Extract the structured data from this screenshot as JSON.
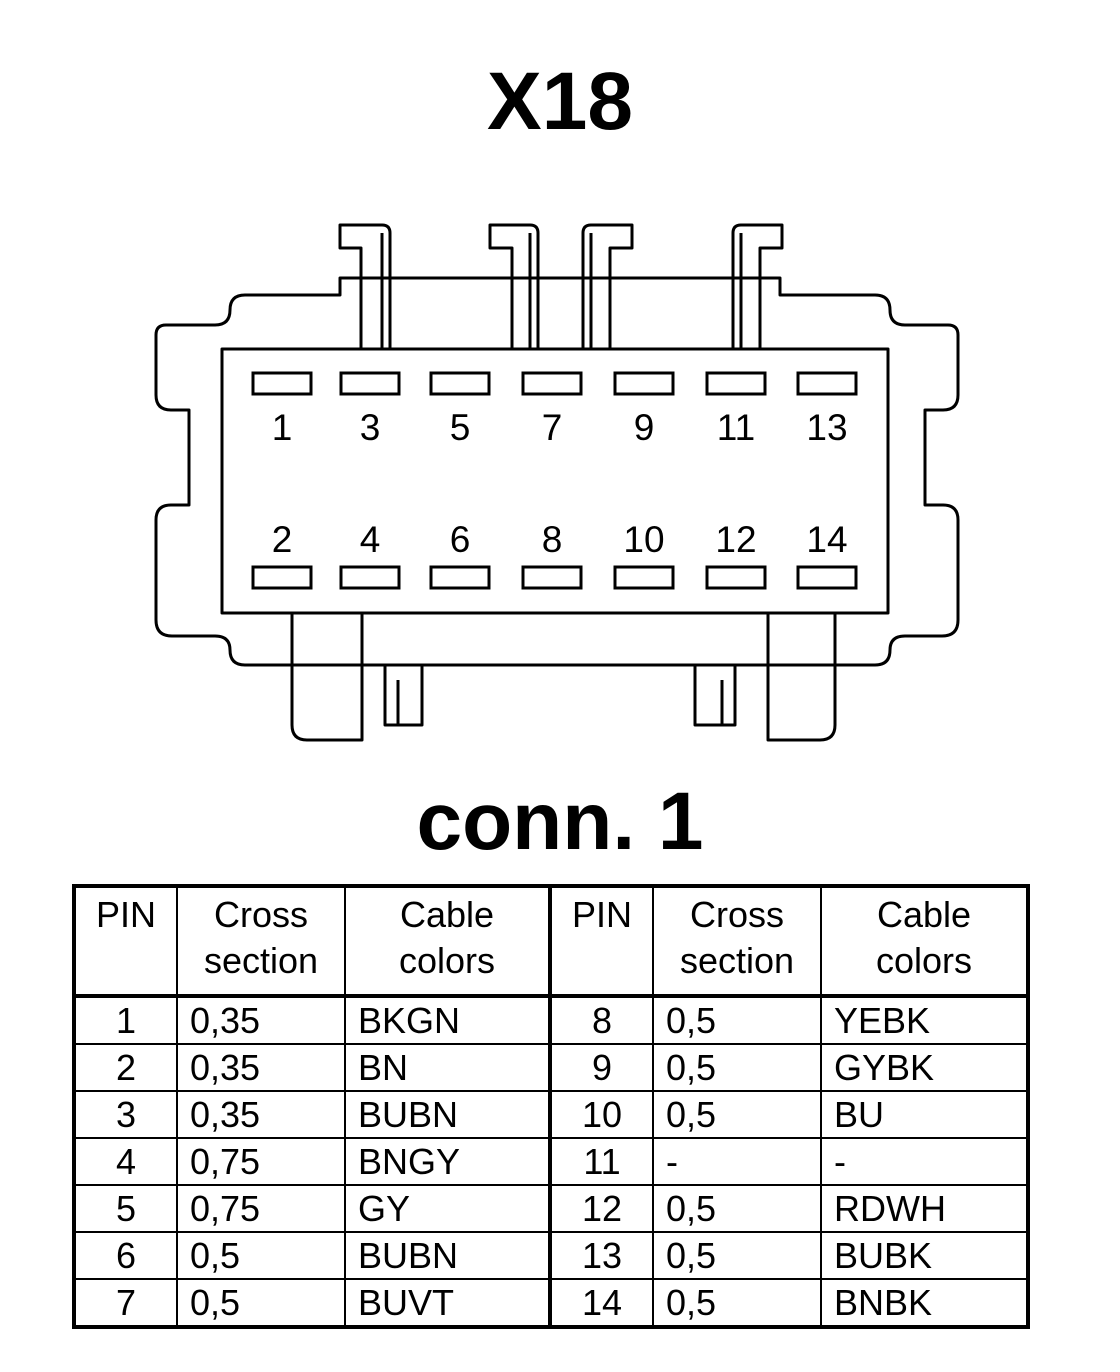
{
  "header_title": "X18",
  "connector_label": "conn. 1",
  "pin_labels": {
    "top": [
      "1",
      "3",
      "5",
      "7",
      "9",
      "11",
      "13"
    ],
    "bottom": [
      "2",
      "4",
      "6",
      "8",
      "10",
      "12",
      "14"
    ]
  },
  "table": {
    "headers": {
      "pin": "PIN",
      "cross_line1": "Cross",
      "cross_line2": "section",
      "cable_line1": "Cable",
      "cable_line2": "colors"
    },
    "rows": [
      {
        "pin_a": "1",
        "cs_a": "0,35",
        "color_a": "BKGN",
        "pin_b": "8",
        "cs_b": "0,5",
        "color_b": "YEBK"
      },
      {
        "pin_a": "2",
        "cs_a": "0,35",
        "color_a": "BN",
        "pin_b": "9",
        "cs_b": "0,5",
        "color_b": "GYBK"
      },
      {
        "pin_a": "3",
        "cs_a": "0,35",
        "color_a": "BUBN",
        "pin_b": "10",
        "cs_b": "0,5",
        "color_b": "BU"
      },
      {
        "pin_a": "4",
        "cs_a": "0,75",
        "color_a": "BNGY",
        "pin_b": "11",
        "cs_b": "-",
        "color_b": "-"
      },
      {
        "pin_a": "5",
        "cs_a": "0,75",
        "color_a": "GY",
        "pin_b": "12",
        "cs_b": "0,5",
        "color_b": "RDWH"
      },
      {
        "pin_a": "6",
        "cs_a": "0,5",
        "color_a": "BUBN",
        "pin_b": "13",
        "cs_b": "0,5",
        "color_b": "BUBK"
      },
      {
        "pin_a": "7",
        "cs_a": "0,5",
        "color_a": "BUVT",
        "pin_b": "14",
        "cs_b": "0,5",
        "color_b": "BNBK"
      }
    ]
  }
}
